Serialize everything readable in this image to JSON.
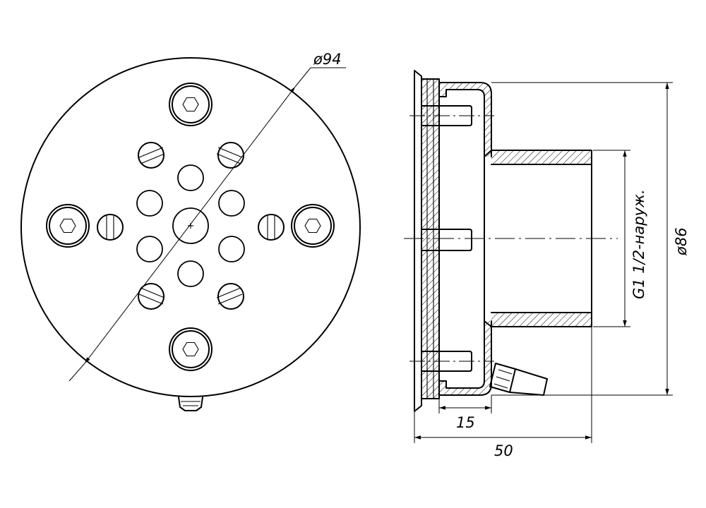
{
  "dimensions": {
    "outer_diameter": "ø94",
    "flange_diameter": "ø86",
    "thread": "G1 1/2-наруж.",
    "flange_depth": "15",
    "overall_length": "50"
  }
}
